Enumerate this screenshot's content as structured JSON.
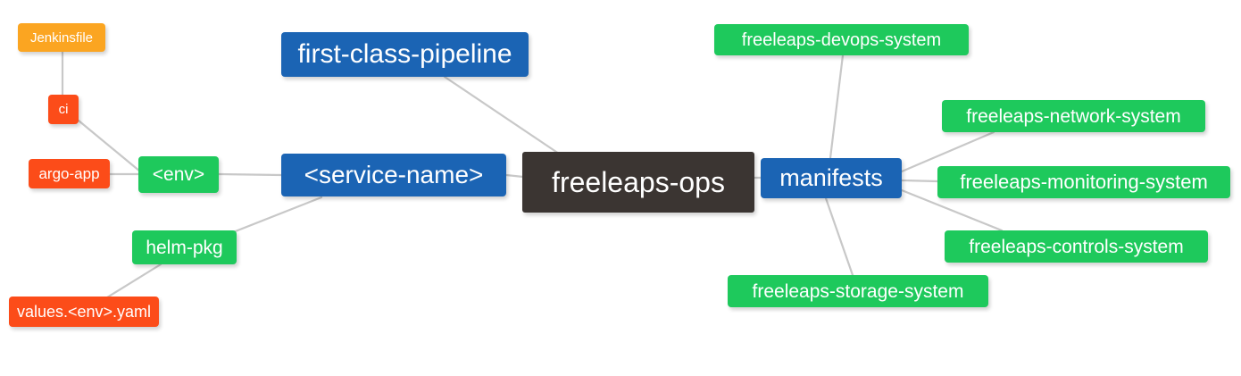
{
  "diagram": {
    "type": "mindmap",
    "title": "freeleaps-ops",
    "background": "#ffffff",
    "edge_color": "#c8c8c8",
    "palette": {
      "root": "#3b3532",
      "blue": "#1b64b4",
      "green": "#1ec95c",
      "orange": "#fba521",
      "red": "#fc4c19",
      "text": "#ffffff"
    }
  },
  "nodes": {
    "root": {
      "label": "freeleaps-ops",
      "color": "#3b3532"
    },
    "first_class_pipeline": {
      "label": "first-class-pipeline",
      "color": "#1b64b4"
    },
    "service_name": {
      "label": "<service-name>",
      "color": "#1b64b4"
    },
    "manifests": {
      "label": "manifests",
      "color": "#1b64b4"
    },
    "env": {
      "label": "<env>",
      "color": "#1ec95c"
    },
    "helm_pkg": {
      "label": "helm-pkg",
      "color": "#1ec95c"
    },
    "jenkinsfile": {
      "label": "Jenkinsfile",
      "color": "#fba521"
    },
    "ci": {
      "label": "ci",
      "color": "#fc4c19"
    },
    "argo_app": {
      "label": "argo-app",
      "color": "#fc4c19"
    },
    "values_yaml": {
      "label": "values.<env>.yaml",
      "color": "#fc4c19"
    },
    "devops_system": {
      "label": "freeleaps-devops-system",
      "color": "#1ec95c"
    },
    "network_system": {
      "label": "freeleaps-network-system",
      "color": "#1ec95c"
    },
    "monitoring_system": {
      "label": "freeleaps-monitoring-system",
      "color": "#1ec95c"
    },
    "controls_system": {
      "label": "freeleaps-controls-system",
      "color": "#1ec95c"
    },
    "storage_system": {
      "label": "freeleaps-storage-system",
      "color": "#1ec95c"
    }
  },
  "edges": [
    {
      "from": "root",
      "to": "first_class_pipeline"
    },
    {
      "from": "root",
      "to": "service_name"
    },
    {
      "from": "root",
      "to": "manifests"
    },
    {
      "from": "service_name",
      "to": "env"
    },
    {
      "from": "service_name",
      "to": "helm_pkg"
    },
    {
      "from": "env",
      "to": "ci"
    },
    {
      "from": "env",
      "to": "argo_app"
    },
    {
      "from": "ci",
      "to": "jenkinsfile"
    },
    {
      "from": "helm_pkg",
      "to": "values_yaml"
    },
    {
      "from": "manifests",
      "to": "devops_system"
    },
    {
      "from": "manifests",
      "to": "network_system"
    },
    {
      "from": "manifests",
      "to": "monitoring_system"
    },
    {
      "from": "manifests",
      "to": "controls_system"
    },
    {
      "from": "manifests",
      "to": "storage_system"
    }
  ]
}
